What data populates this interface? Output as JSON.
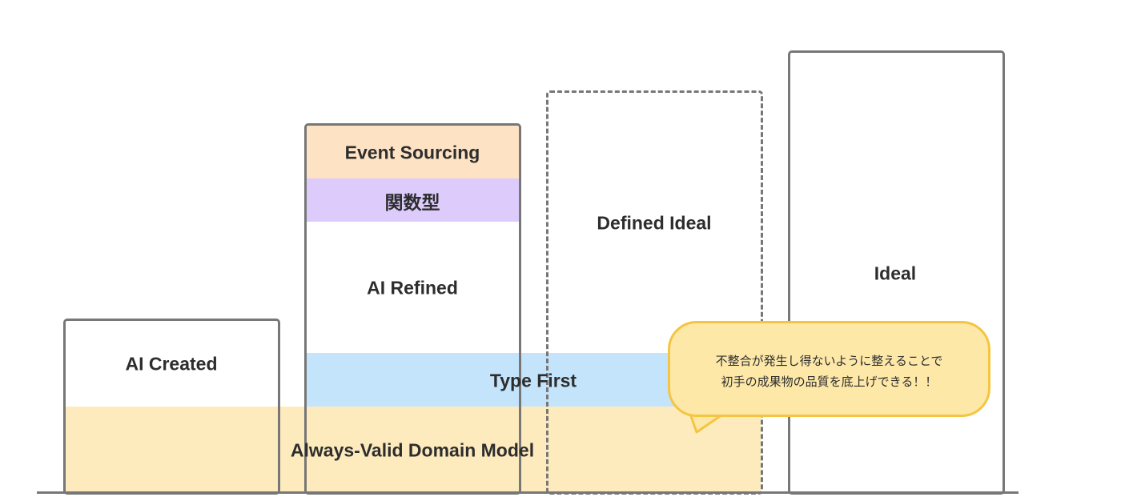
{
  "diagram": {
    "ai_created": "AI Created",
    "event_sourcing": "Event Sourcing",
    "functional": "関数型",
    "ai_refined": "AI Refined",
    "type_first": "Type First",
    "domain_model": "Always-Valid Domain Model",
    "defined_ideal": "Defined Ideal",
    "ideal": "Ideal",
    "callout": {
      "line1": "不整合が発生し得ないように整えることで",
      "line2": "初手の成果物の品質を底上げできる！！"
    }
  },
  "colors": {
    "domain_band": "#fdebbd",
    "type_first_band": "#c4e4fb",
    "event_sourcing_band": "#fde2c4",
    "functional_band": "#dccbfb",
    "box_border": "#777777",
    "bubble_fill": "#fde8a8",
    "bubble_border": "#f4c542"
  }
}
